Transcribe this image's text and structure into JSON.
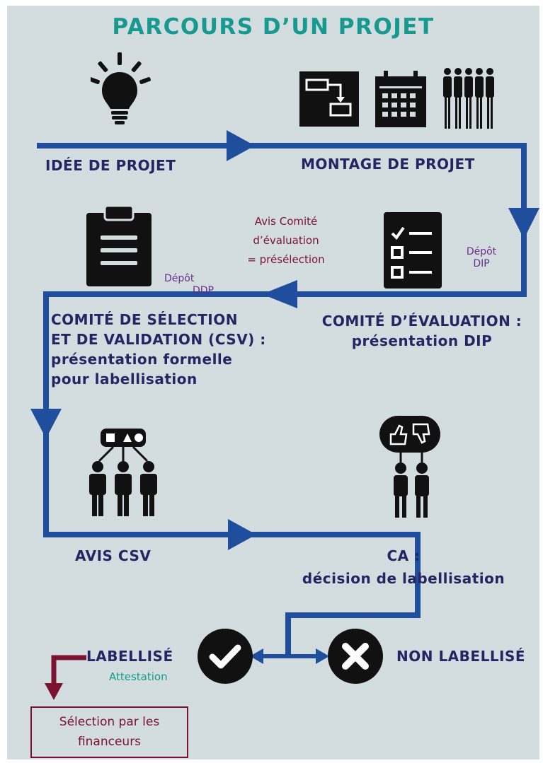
{
  "title": "PARCOURS D’UN PROJET",
  "steps": {
    "idea": "IDÉE DE PROJET",
    "montage": "MONTAGE DE PROJET",
    "evaluation_line1": "COMITÉ D’ÉVALUATION :",
    "evaluation_line2": "présentation DIP",
    "csv_line1": "COMITÉ DE SÉLECTION",
    "csv_line2": "ET DE VALIDATION (CSV) :",
    "csv_line3": "présentation formelle",
    "csv_line4": "pour labellisation",
    "avis_csv": "AVIS CSV",
    "ca_line1": "CA :",
    "ca_line2": "décision de labellisation",
    "labellise": "LABELLISÉ",
    "non_labellise": "NON LABELLISÉ"
  },
  "notes": {
    "avis_line1": "Avis Comité",
    "avis_line2": "d’évaluation",
    "avis_line3": "= présélection",
    "depot_dip_line1": "Dépôt",
    "depot_dip_line2": "DIP",
    "depot_ddp_line1": "Dépôt",
    "depot_ddp_line2": "DDP",
    "attestation": "Attestation"
  },
  "final_box": {
    "line1": "Sélection par les",
    "line2": "financeurs"
  },
  "colors": {
    "background": "#d3dde0",
    "flow_blue": "#1f4e9c",
    "title_teal": "#17998f",
    "label_navy": "#252563",
    "note_red": "#7a1230",
    "note_purple": "#6a2f8a",
    "icon_black": "#111111"
  },
  "icons": [
    "lightbulb-icon",
    "flowchart-icon",
    "calendar-icon",
    "people-row-icon",
    "clipboard-icon",
    "checklist-icon",
    "hierarchy-team-icon",
    "thumbs-feedback-icon",
    "check-circle-icon",
    "x-circle-icon"
  ]
}
